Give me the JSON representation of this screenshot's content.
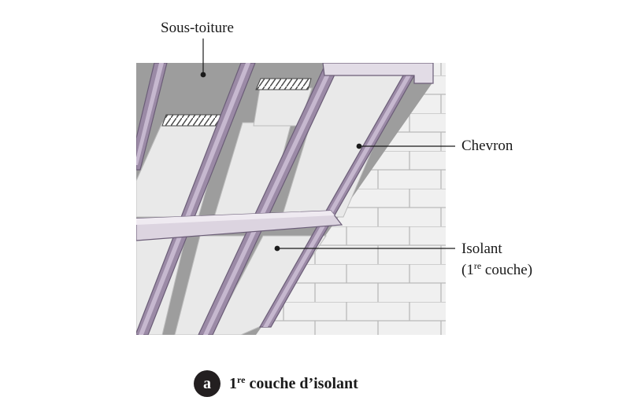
{
  "labels": {
    "underlay": "Sous-toiture",
    "rafter": "Chevron",
    "insulation_name": "Isolant",
    "insulation_open": "(1",
    "insulation_sup": "re",
    "insulation_rest": " couche)"
  },
  "caption": {
    "badge": "a",
    "prefix": "1",
    "sup": "re",
    "text": " couche d’isolant"
  },
  "colors": {
    "rafter": "#9b8aa6",
    "rafter_edge": "#6b5d77",
    "insulation": "#e9e9e9",
    "underlay": "#9d9d9d",
    "wall": "#f0f0f0",
    "brick_line": "#b9b9b9"
  }
}
